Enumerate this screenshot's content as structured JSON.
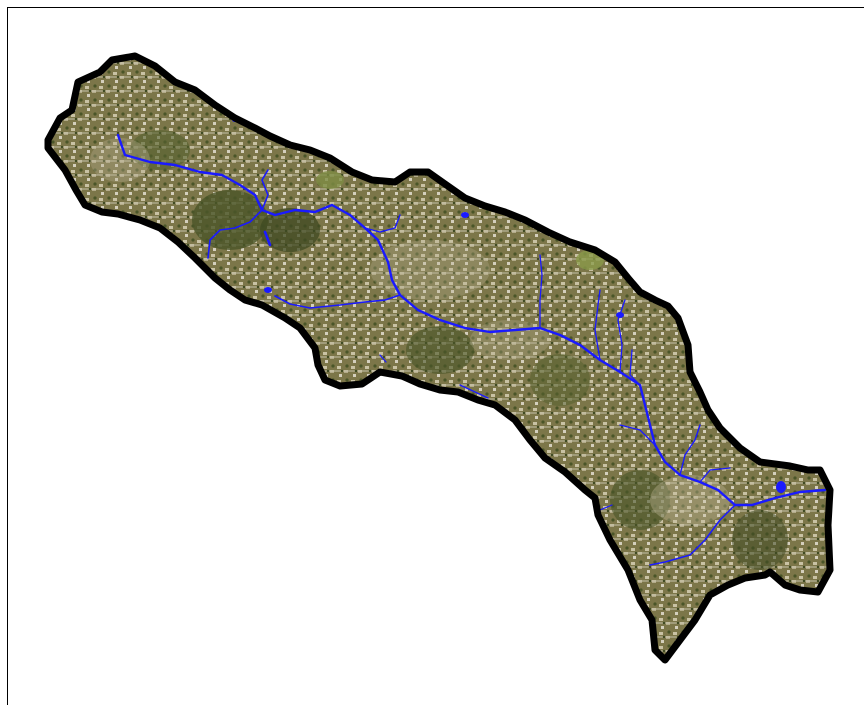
{
  "map": {
    "basemap": "aerial-imagery",
    "colors": {
      "background": "#ffffff",
      "boundary": "#000000",
      "streams": "#1a1aff",
      "imagery_base": "#6e6a3e",
      "vegetation_dark": "#3f4a22",
      "vegetation_mid": "#5f6a34",
      "urban_light": "#b7ae8e",
      "roads": "#d9d4c2"
    },
    "features": {
      "watershed_boundary": "thick-black-outline",
      "stream_network": "blue-lines",
      "ponds": "blue-dots"
    }
  }
}
